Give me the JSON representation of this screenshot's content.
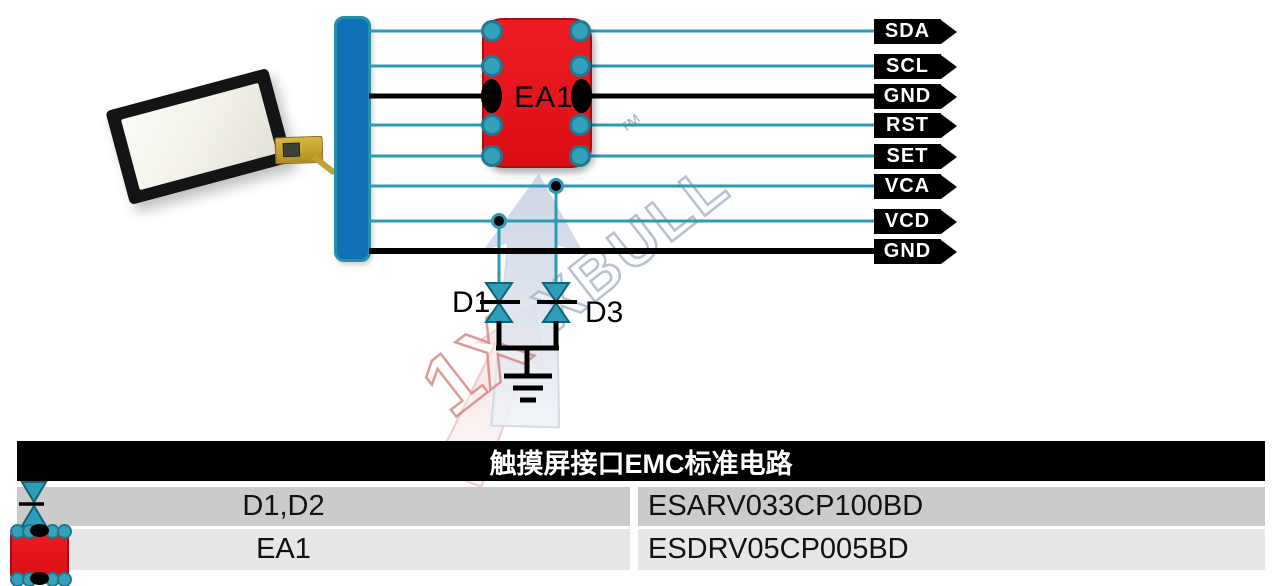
{
  "diagram": {
    "esd_array": {
      "label": "EA1"
    },
    "diodes": {
      "d1": "D1",
      "d3": "D3"
    },
    "connector_flags": [
      {
        "label": "SDA",
        "wire": "teal"
      },
      {
        "label": "SCL",
        "wire": "teal"
      },
      {
        "label": "GND",
        "wire": "black"
      },
      {
        "label": "RST",
        "wire": "teal"
      },
      {
        "label": "SET",
        "wire": "teal"
      },
      {
        "label": "VCA",
        "wire": "teal"
      },
      {
        "label": "VCD",
        "wire": "teal"
      },
      {
        "label": "GND",
        "wire": "black"
      }
    ],
    "watermark": {
      "red_text": "1X",
      "gray_text": "XBULL",
      "tm": "™"
    }
  },
  "table": {
    "title": "触摸屏接口EMC标准电路",
    "rows": [
      {
        "designator": "D1,D2",
        "part_number": "ESARV033CP100BD"
      },
      {
        "designator": "EA1",
        "part_number": "ESDRV05CP005BD"
      }
    ]
  },
  "colors": {
    "wire_teal": "#2d9ab6",
    "wire_black": "#000000",
    "connector_blue": "#1072b6",
    "component_red": "#e71318",
    "pin_teal": "#35a0ba",
    "flag_black": "#000000",
    "header_black": "#000000",
    "row1_gray": "#cbcbcb",
    "row2_gray": "#e7e7e7"
  }
}
